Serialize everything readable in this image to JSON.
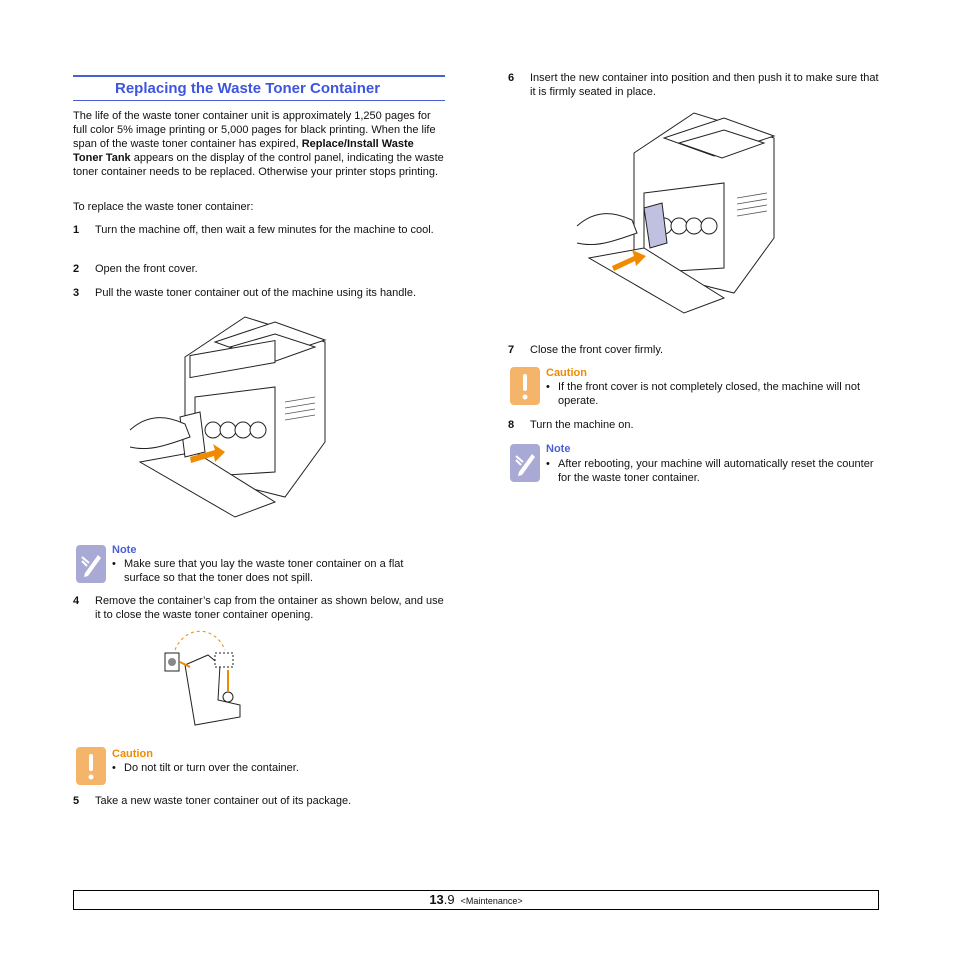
{
  "section": {
    "title": "Replacing the Waste Toner Container",
    "intro_1": "The life of the waste toner container unit is approximately 1,250 pages for full color 5% image printing or 5,000 pages for black printing. When the life span of the waste toner container has expired, ",
    "intro_bold": "Replace/Install Waste Toner Tank",
    "intro_2": " appears on the display of the control panel, indicating the waste toner container needs to be replaced. Otherwise your printer stops printing.",
    "lead": "To replace the waste toner container:"
  },
  "steps": [
    {
      "num": "1",
      "text": "Turn the machine off, then wait a few minutes for the machine to cool."
    },
    {
      "num": "2",
      "text": "Open the front cover."
    },
    {
      "num": "3",
      "text": "Pull the waste toner container out of the machine using its handle."
    },
    {
      "num": "4",
      "text": "Remove the container’s cap from the ontainer as shown below, and use it to close the waste toner container opening."
    },
    {
      "num": "5",
      "text": "Take a new waste toner container out of its package."
    },
    {
      "num": "6",
      "text": "Insert the new container into position and then push it to make sure that it is firmly seated in place."
    },
    {
      "num": "7",
      "text": "Close the front cover firmly."
    },
    {
      "num": "8",
      "text": "Turn the machine on."
    }
  ],
  "callouts": {
    "note1": {
      "head": "Note",
      "text": "Make sure that you lay the waste toner container on a flat surface so that the toner does not spill."
    },
    "caution1": {
      "head": "Caution",
      "text": "Do not tilt or turn over the container."
    },
    "caution2": {
      "head": "Caution",
      "text": "If the front cover is not completely closed, the machine will not operate."
    },
    "note2": {
      "head": "Note",
      "text": "After rebooting, your machine will automatically reset the counter for the waste toner container."
    }
  },
  "footer": {
    "page_major": "13",
    "page_minor": ".9",
    "chapter": "<Maintenance>"
  },
  "colors": {
    "accent_blue": "#3d55e0",
    "caution_orange": "#f08a00",
    "note_icon": "#a9a9d6",
    "caution_icon": "#f4b46a"
  }
}
